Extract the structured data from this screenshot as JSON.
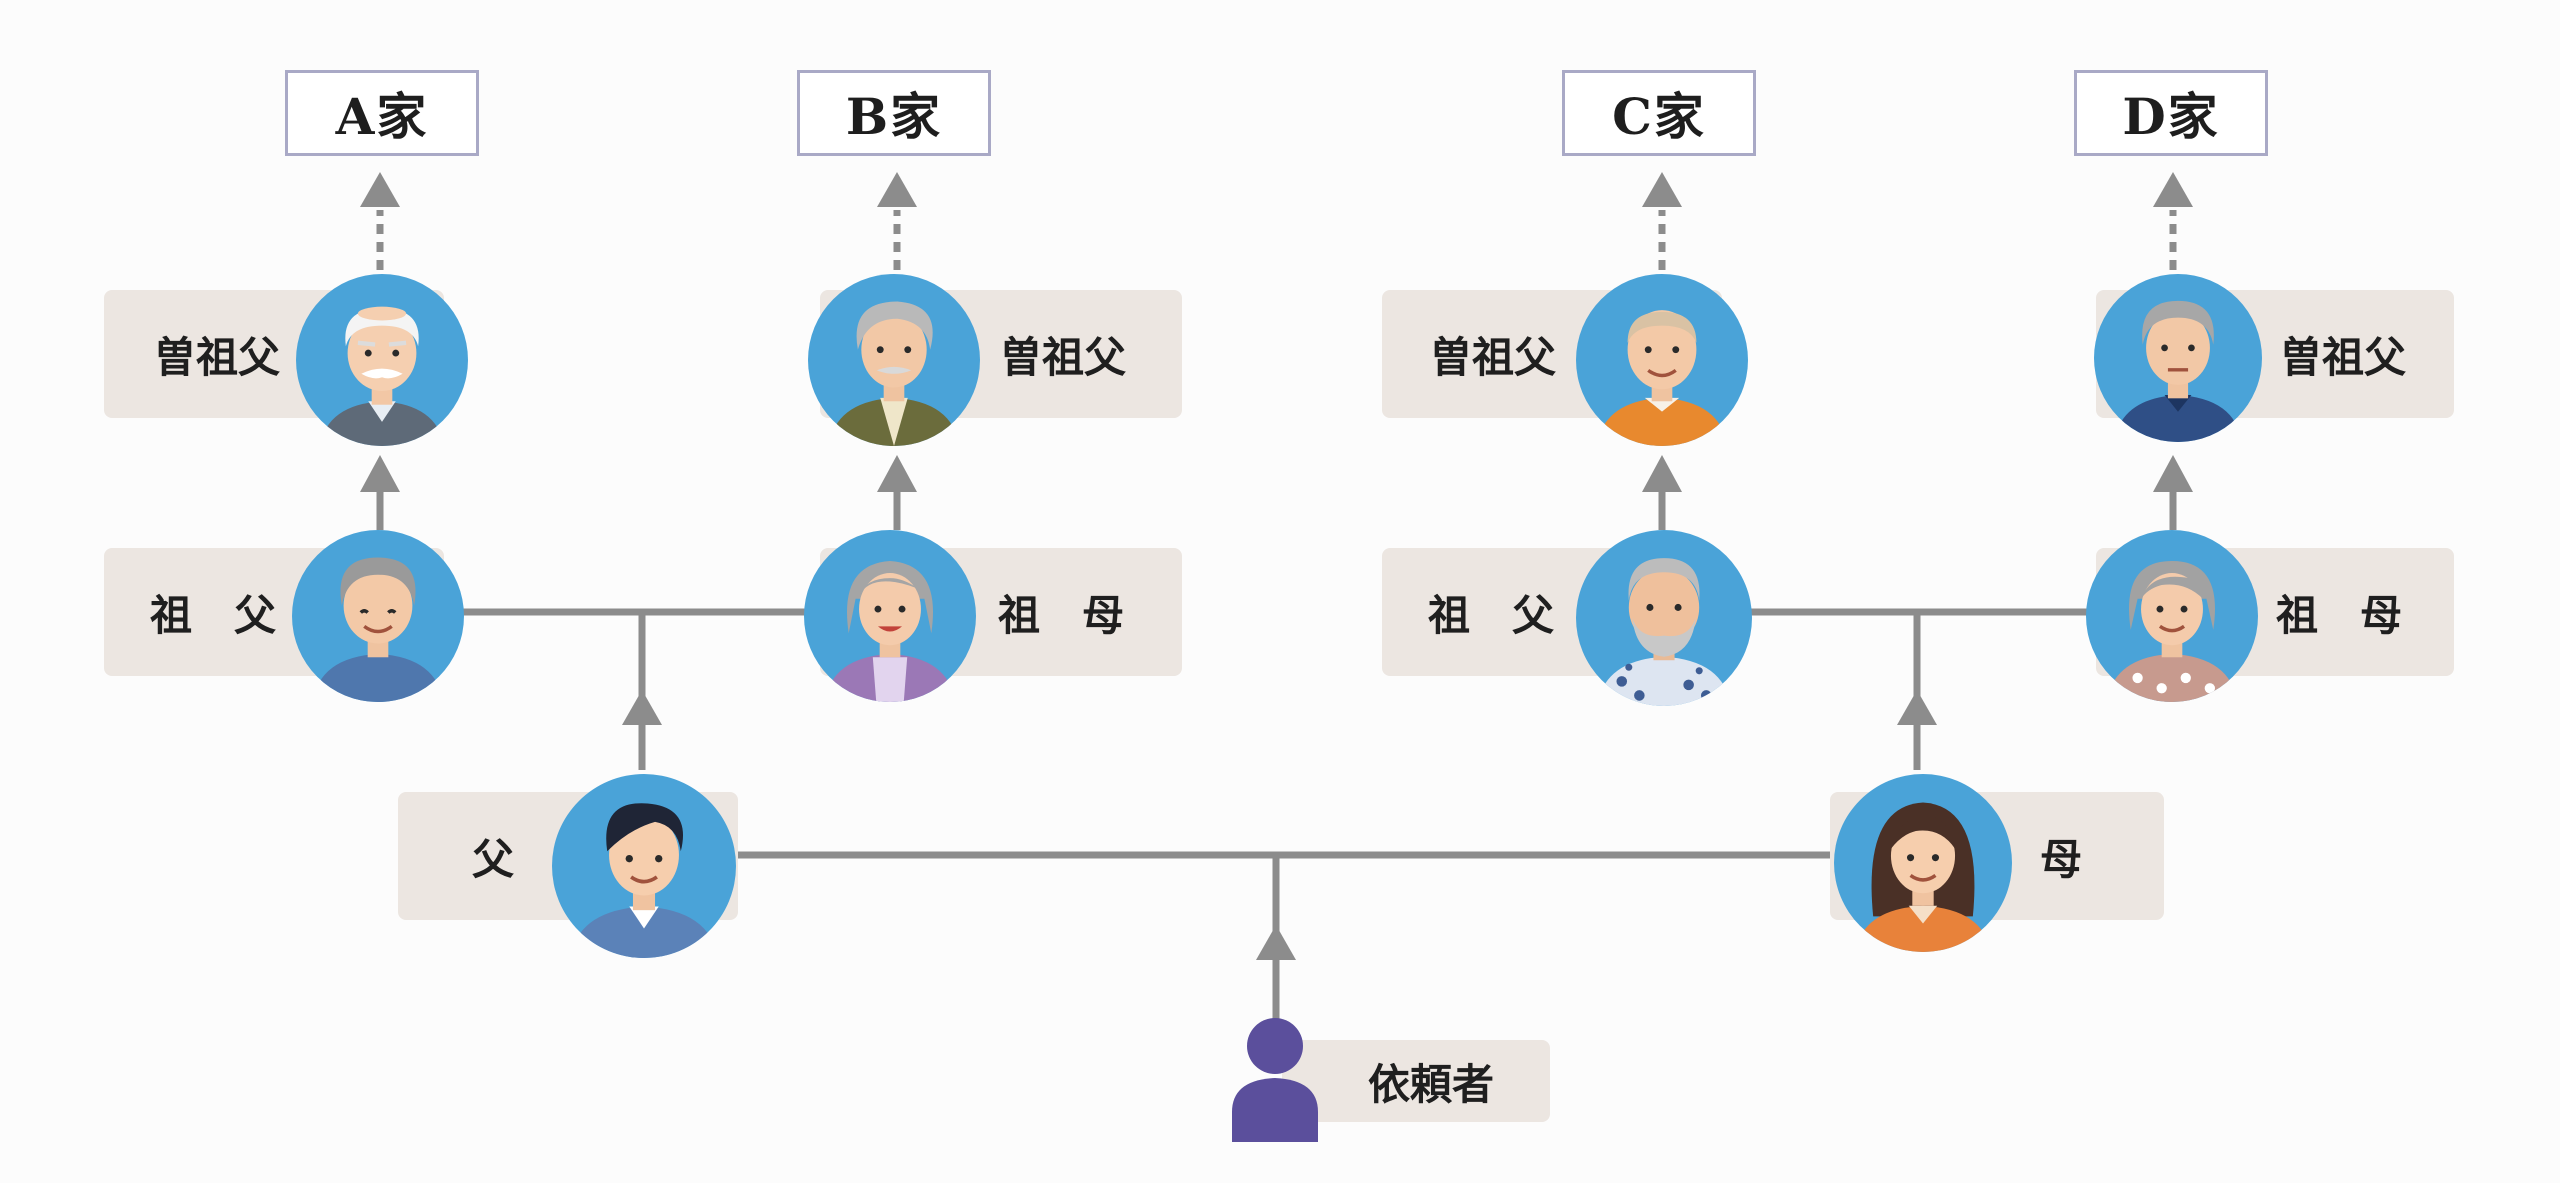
{
  "families": [
    {
      "label": "A家"
    },
    {
      "label": "B家"
    },
    {
      "label": "C家"
    },
    {
      "label": "D家"
    }
  ],
  "great_grandparents": [
    {
      "label": "曽祖父",
      "family": "A家",
      "icon": "elderly-man-mustache-icon"
    },
    {
      "label": "曽祖父",
      "family": "B家",
      "icon": "elderly-man-olive-jacket-icon"
    },
    {
      "label": "曽祖父",
      "family": "C家",
      "icon": "elderly-man-orange-shirt-icon"
    },
    {
      "label": "曽祖父",
      "family": "D家",
      "icon": "elderly-man-navy-shirt-icon"
    }
  ],
  "grandparents": [
    {
      "label": "祖　父",
      "icon": "grandfather-blue-shirt-icon"
    },
    {
      "label": "祖　母",
      "icon": "grandmother-purple-cardigan-icon"
    },
    {
      "label": "祖　父",
      "icon": "grandfather-beard-hawaiian-shirt-icon"
    },
    {
      "label": "祖　母",
      "icon": "grandmother-floral-top-icon"
    }
  ],
  "parents": [
    {
      "label": "父",
      "icon": "father-icon"
    },
    {
      "label": "母",
      "icon": "mother-icon"
    }
  ],
  "client": {
    "label": "依頼者",
    "icon": "person-silhouette-icon"
  },
  "colors": {
    "line": "#8c8c8c",
    "avatar_bg": "#4aa3d8",
    "card_bg": "#ece6e1",
    "family_border": "#a9a9c6",
    "client": "#5b4f9c"
  }
}
